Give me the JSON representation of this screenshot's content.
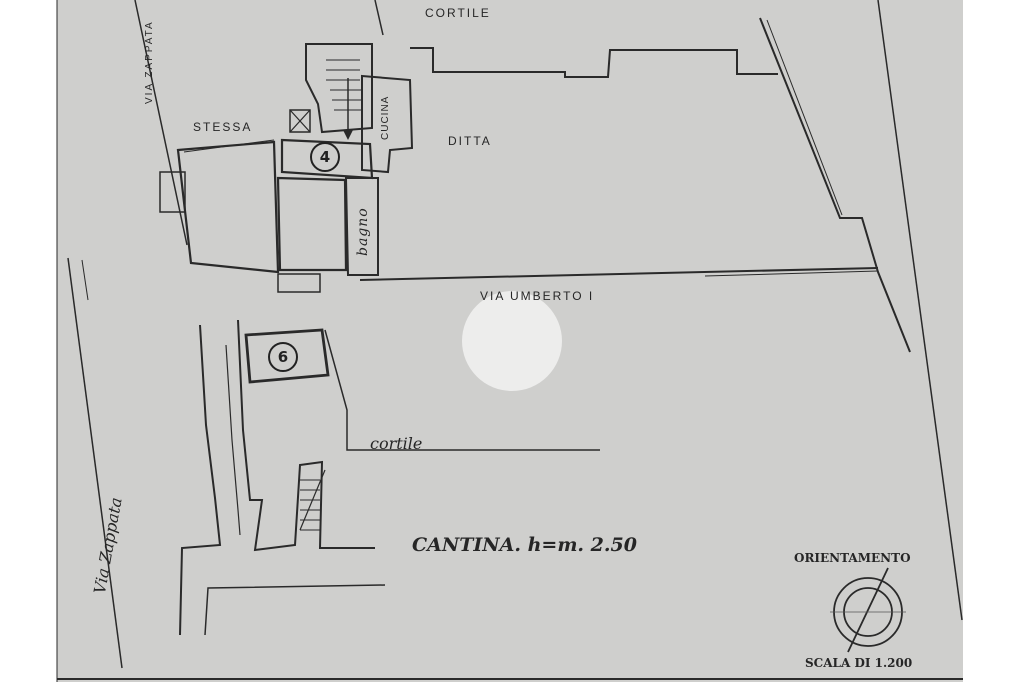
{
  "plan": {
    "labels": {
      "cortile_top": "CORTILE",
      "via_zappata_top": "VIA ZAPPATA",
      "stessa": "STESSA",
      "ditta": "DITTA",
      "cucina": "CUCINA",
      "bagno": "bagno",
      "via_umberto": "VIA UMBERTO I",
      "cortile_lower": "cortile",
      "via_zappata_left": "Via Zappata",
      "cantina": "CANTINA. h=m. 2.50",
      "orientamento": "ORIENTAMENTO",
      "scala": "SCALA DI 1.200",
      "unit_4": "4",
      "unit_6": "6"
    },
    "colors": {
      "paper": "#cfcfcd",
      "ink": "#262626",
      "frame": "#ffffff"
    }
  }
}
